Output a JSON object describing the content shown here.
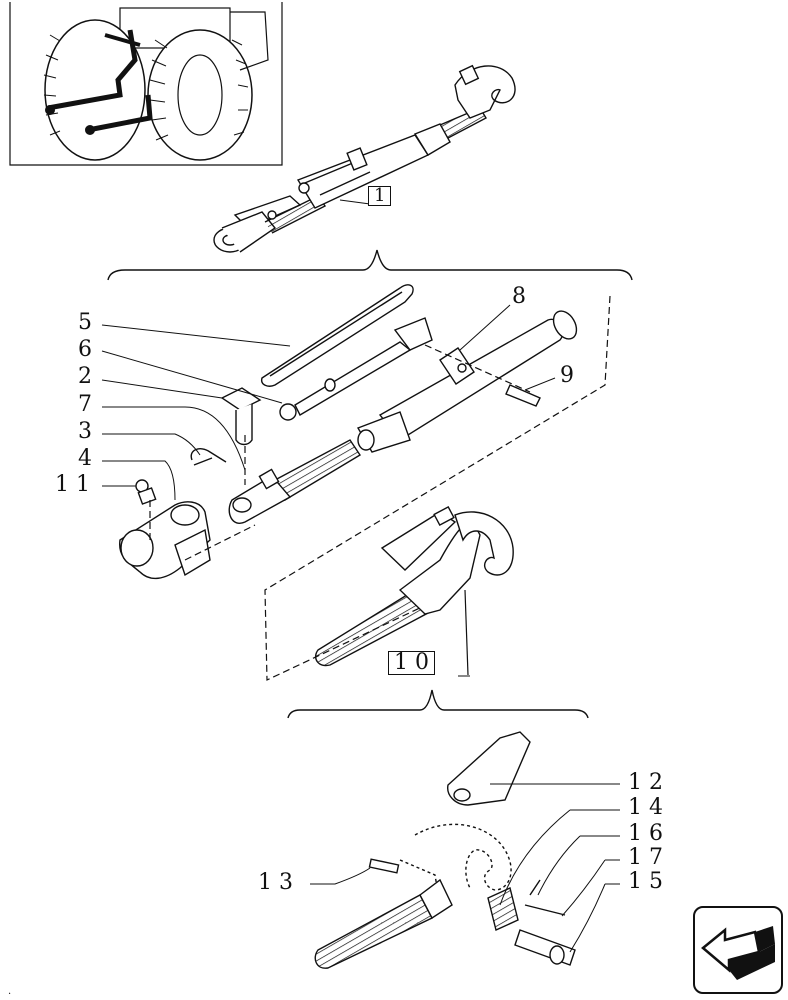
{
  "callouts": {
    "c1": "1",
    "c2": "2",
    "c3": "3",
    "c4": "4",
    "c5": "5",
    "c6": "6",
    "c7": "7",
    "c8": "8",
    "c9": "9",
    "c10": "1 0",
    "c11": "1 1",
    "c12": "1 2",
    "c13": "1 3",
    "c14": "1 4",
    "c15": "1 5",
    "c16": "1 6",
    "c17": "1 7"
  },
  "icons": {
    "nav": "next-page-arrow-icon"
  }
}
